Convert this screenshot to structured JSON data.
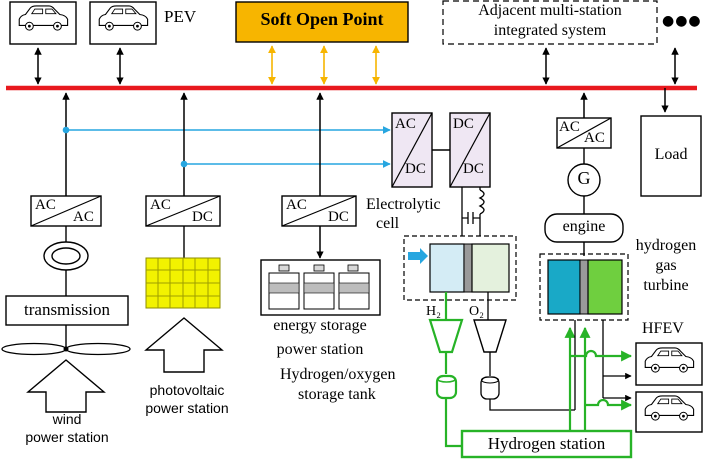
{
  "labels": {
    "pev": "PEV",
    "sop": "Soft Open Point",
    "adjacent_line1": "Adjacent multi-station",
    "adjacent_line2": "integrated system",
    "ellipsis": "●●●",
    "load": "Load",
    "generator": "G",
    "engine": "engine",
    "hydrogen_gas_turbine_1": "hydrogen",
    "hydrogen_gas_turbine_2": "gas",
    "hydrogen_gas_turbine_3": "turbine",
    "hfev": "HFEV",
    "electrolytic_1": "Electrolytic",
    "electrolytic_2": "cell",
    "h2": "H₂",
    "o2": "O₂",
    "tank_1": "Hydrogen/oxygen",
    "tank_2": "storage tank",
    "hydrogen_station": "Hydrogen station",
    "transmission": "transmission",
    "wind_1": "wind",
    "wind_2": "power station",
    "pv_1": "photovoltaic",
    "pv_2": "power station",
    "ess_1": "energy storage",
    "ess_2": "power station",
    "conv_wind_top": "AC",
    "conv_wind_bottom": "AC",
    "conv_pv_top": "AC",
    "conv_pv_bottom": "DC",
    "conv_ess_top": "AC",
    "conv_ess_bottom": "DC",
    "conv_e1_top": "AC",
    "conv_e1_bottom": "DC",
    "conv_e2_top": "DC",
    "conv_e2_bottom": "DC",
    "conv_gen_top": "AC",
    "conv_gen_bottom": "AC"
  },
  "colors": {
    "bus": "#e8191e",
    "sop_fill": "#f7b500",
    "sop_arrow": "#f7b500",
    "cyan": "#27a6e0",
    "hydrogen_green": "#27b327",
    "pv_panel": "#f2f200",
    "converter_fill": "#efe7f3",
    "cell_left": "#d4ecf5",
    "cell_right": "#e4f1dd",
    "turbine_left": "#19a9c7",
    "turbine_right": "#6fcf3f"
  }
}
